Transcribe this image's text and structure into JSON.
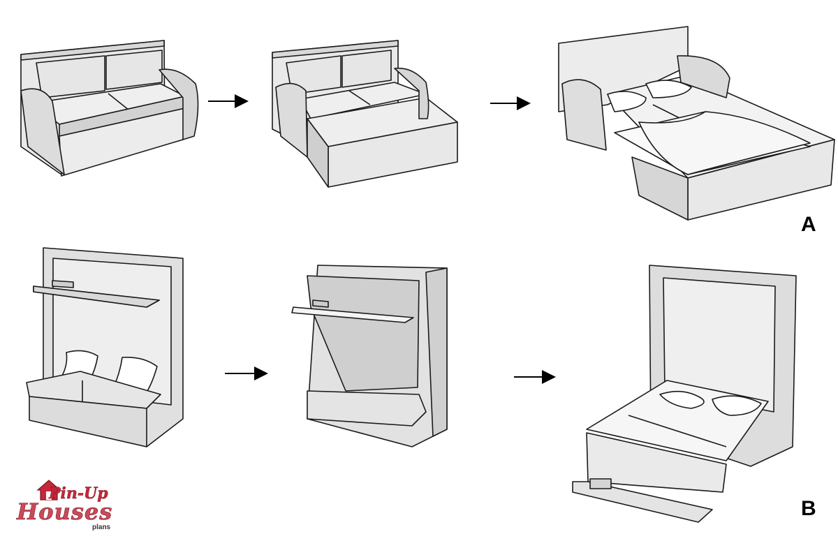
{
  "labels": {
    "row_a": "A",
    "row_b": "B"
  },
  "logo": {
    "line1": "Pin-Up",
    "line2": "Houses",
    "line3": "plans"
  },
  "colors": {
    "outline": "#1a1a1a",
    "panel_light": "#eeeeee",
    "panel_mid": "#d8d8d8",
    "panel_dark": "#bdbdbd",
    "logo_red": "#c62839"
  }
}
